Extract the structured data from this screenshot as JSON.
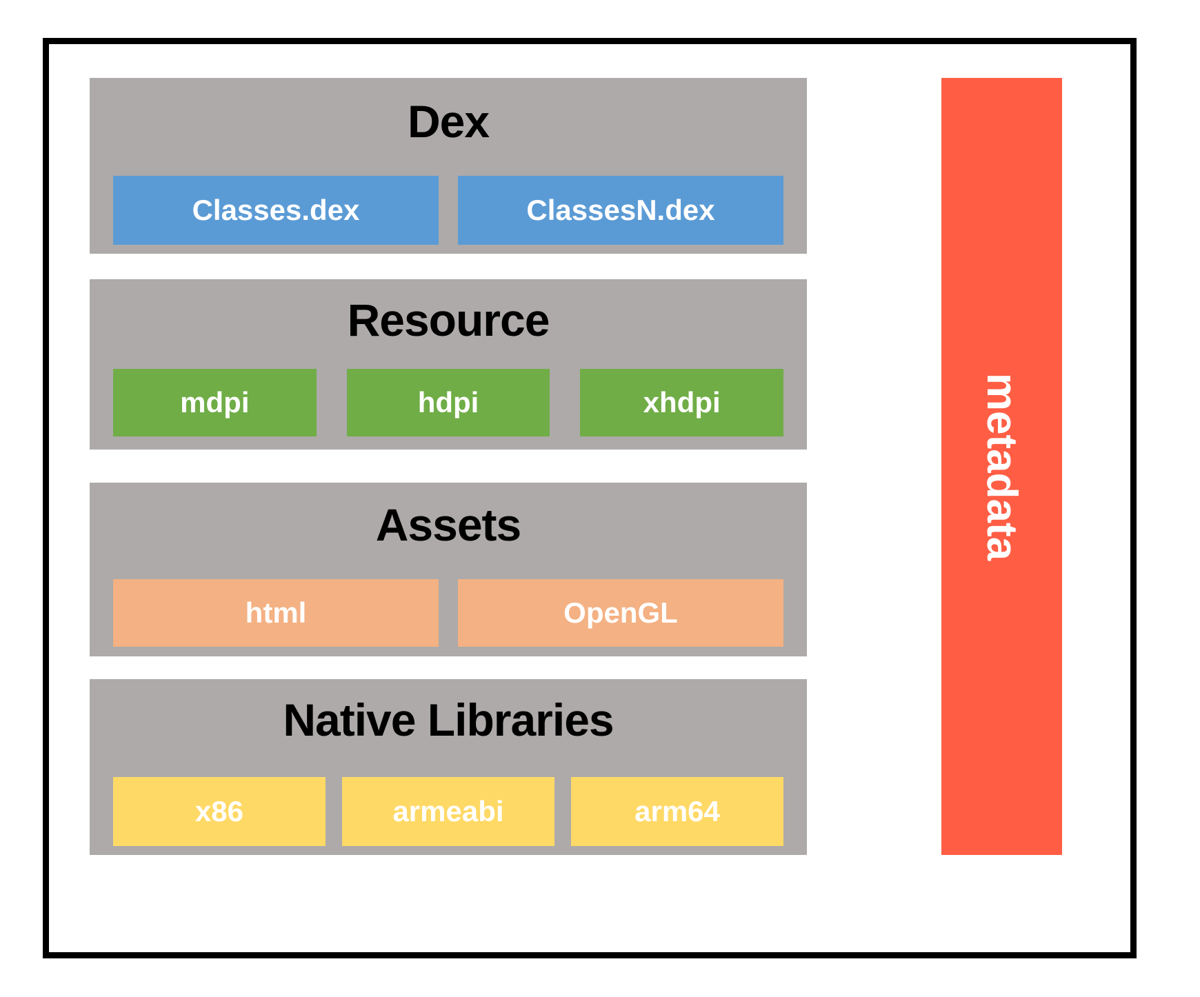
{
  "diagram": {
    "title_visible": false,
    "background": "#ffffff",
    "frame_color": "#000000",
    "panel_color": "#ADAAA9",
    "sections": [
      {
        "id": "dex",
        "label": "Dex",
        "chip_color": "#5B9BD5",
        "chips": [
          {
            "label": "Classes.dex"
          },
          {
            "label": "ClassesN.dex"
          }
        ]
      },
      {
        "id": "resource",
        "label": "Resource",
        "chip_color": "#70AD47",
        "chips": [
          {
            "label": "mdpi"
          },
          {
            "label": "hdpi"
          },
          {
            "label": "xhdpi"
          }
        ]
      },
      {
        "id": "assets",
        "label": "Assets",
        "chip_color": "#F4B183",
        "chips": [
          {
            "label": "html"
          },
          {
            "label": "OpenGL"
          }
        ]
      },
      {
        "id": "native",
        "label": "Native Libraries",
        "chip_color": "#FFD966",
        "chips": [
          {
            "label": "x86"
          },
          {
            "label": "armeabi"
          },
          {
            "label": "arm64"
          }
        ]
      }
    ],
    "metadata": {
      "label": "metadata",
      "color": "#FF5E45",
      "text_color": "#ffffff",
      "orientation": "vertical"
    }
  }
}
